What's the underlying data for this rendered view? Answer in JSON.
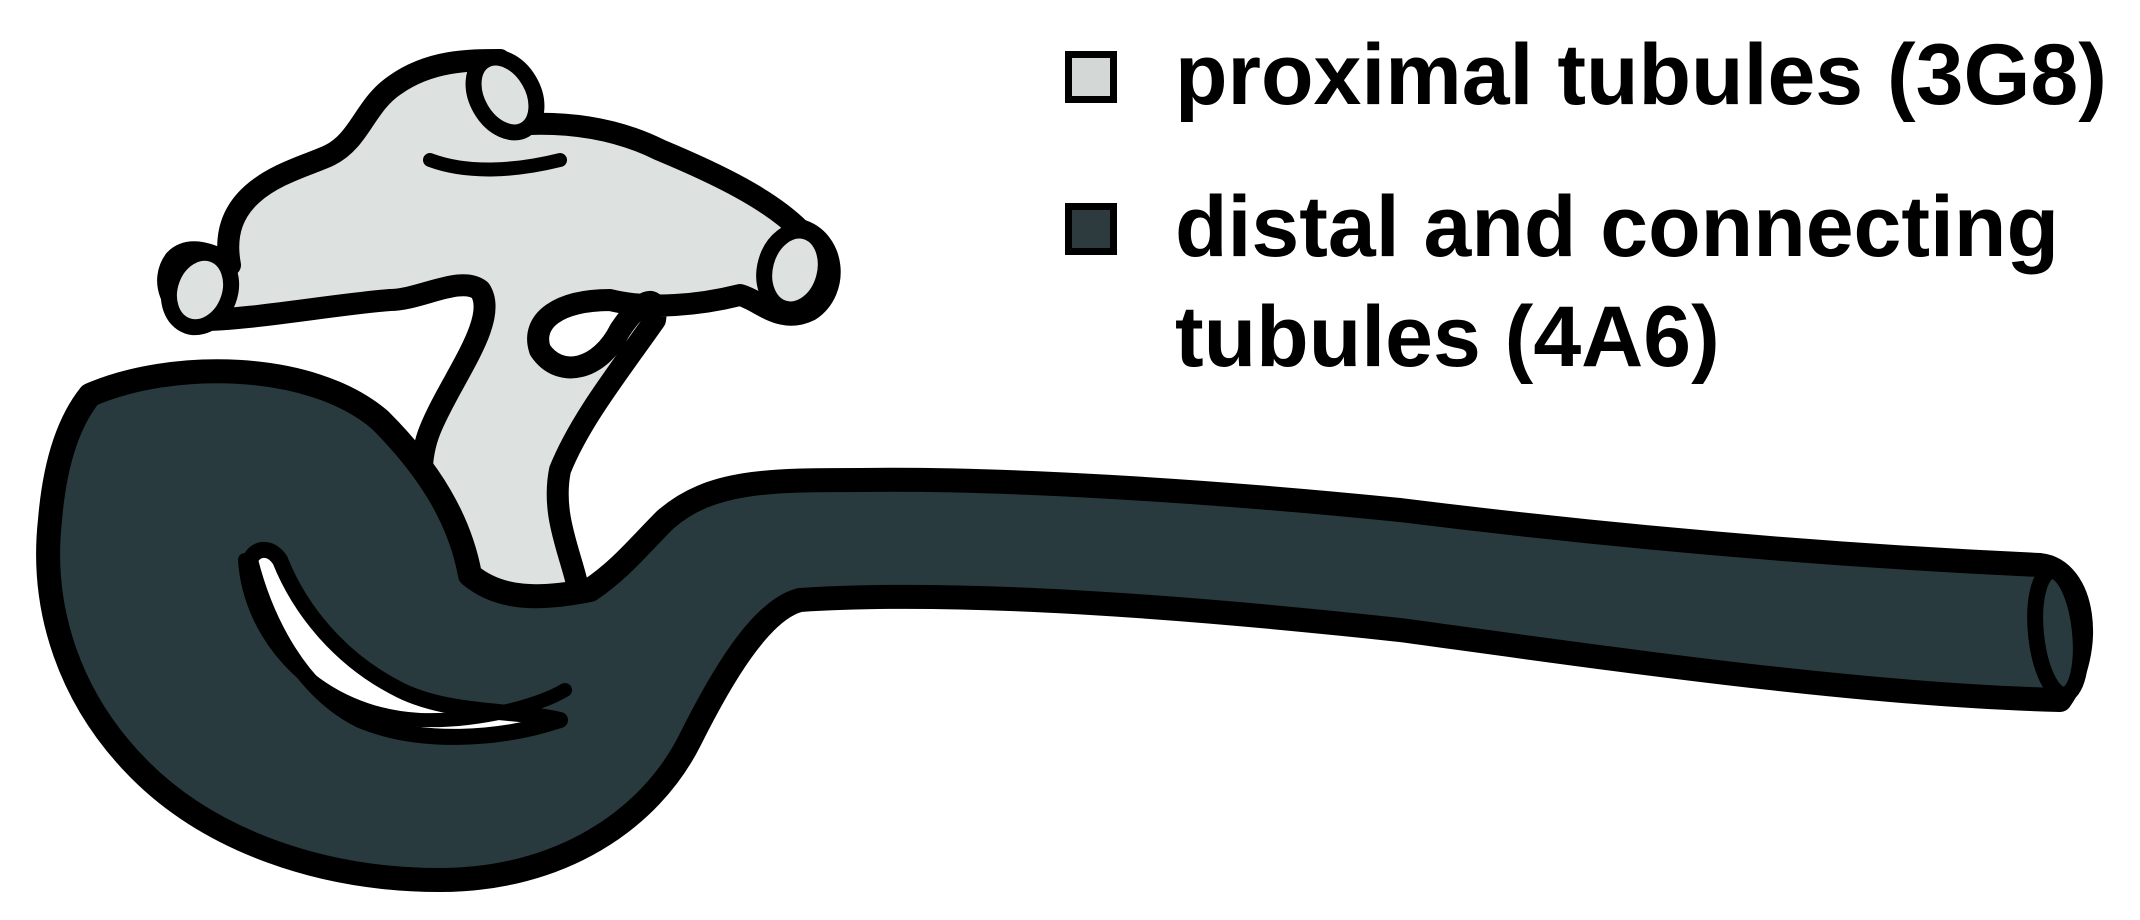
{
  "legend": {
    "items": [
      {
        "label": "proximal tubules (3G8)",
        "swatch_color": "#d3d7d6",
        "icon": "light-gray-square-swatch-icon"
      },
      {
        "label_lines": [
          "distal and connecting",
          "tubules (4A6)"
        ],
        "swatch_color": "#2d3b3e",
        "icon": "dark-slate-square-swatch-icon"
      }
    ]
  },
  "structures": {
    "proximal": {
      "name": "proximal tubule segment",
      "fill": "#dde1e0"
    },
    "distal": {
      "name": "distal and connecting tubule segment",
      "fill": "#283a3d"
    },
    "outline": "#000000"
  }
}
